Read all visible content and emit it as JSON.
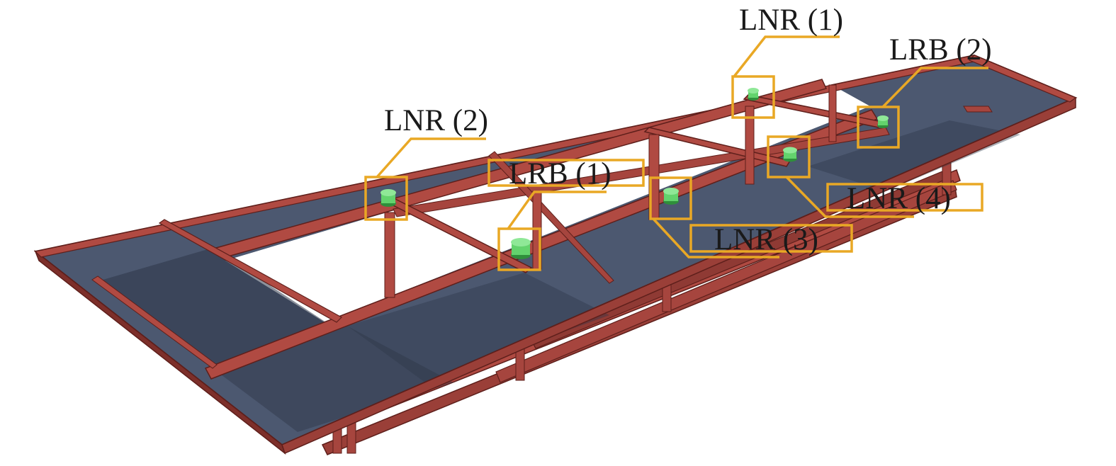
{
  "colors": {
    "steel": "#b04a42",
    "steel_dark": "#7d2f2a",
    "steel_edge": "#5e1f1b",
    "panel": "#4c5870",
    "panel_dark": "#2e3648",
    "bearing": "#63d36d",
    "bearing_dark": "#2f8f3b",
    "callout": "#e9a825"
  },
  "labels": {
    "lnr1": "LNR (1)",
    "lnr2": "LNR (2)",
    "lnr3": "LNR (3)",
    "lnr4": "LNR (4)",
    "lrb1": "LRB (1)",
    "lrb2": "LRB (2)"
  }
}
